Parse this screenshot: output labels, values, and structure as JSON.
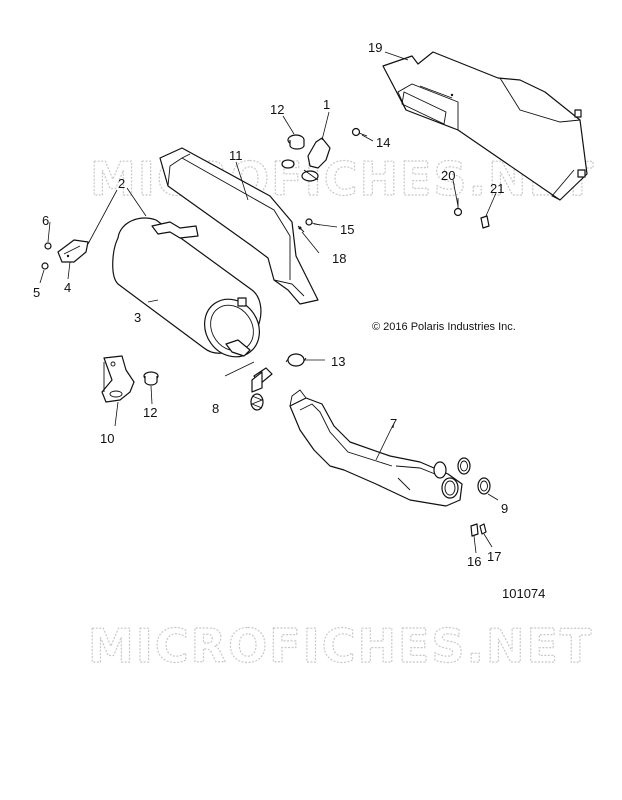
{
  "watermark": "MICROFICHES.NET",
  "copyright": "© 2016 Polaris Industries Inc.",
  "diagram_number": "101074",
  "callouts": {
    "c1": "1",
    "c2": "2",
    "c3": "3",
    "c4": "4",
    "c5": "5",
    "c6": "6",
    "c7": "7",
    "c8": "8",
    "c9": "9",
    "c10": "10",
    "c11": "11",
    "c12a": "12",
    "c12b": "12",
    "c13": "13",
    "c14": "14",
    "c15": "15",
    "c16": "16",
    "c17": "17",
    "c18": "18",
    "c19": "19",
    "c20": "20",
    "c21": "21"
  }
}
